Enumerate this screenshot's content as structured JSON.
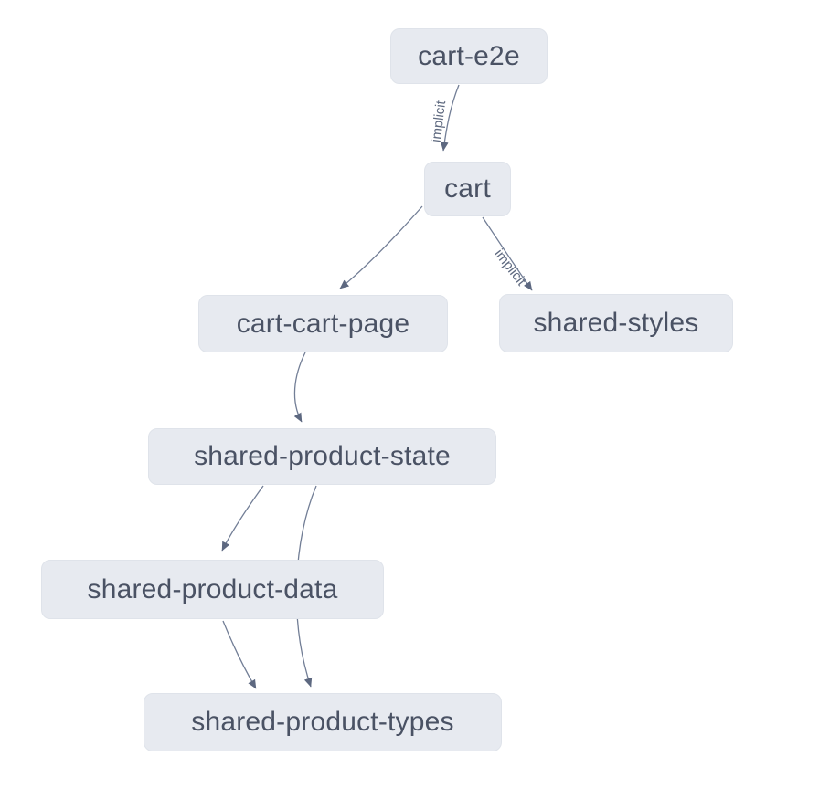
{
  "diagram": {
    "nodes": [
      {
        "id": "cart-e2e",
        "label": "cart-e2e"
      },
      {
        "id": "cart",
        "label": "cart"
      },
      {
        "id": "cart-cart-page",
        "label": "cart-cart-page"
      },
      {
        "id": "shared-styles",
        "label": "shared-styles"
      },
      {
        "id": "shared-product-state",
        "label": "shared-product-state"
      },
      {
        "id": "shared-product-data",
        "label": "shared-product-data"
      },
      {
        "id": "shared-product-types",
        "label": "shared-product-types"
      }
    ],
    "edges": [
      {
        "from": "cart-e2e",
        "to": "cart",
        "label": "implicit"
      },
      {
        "from": "cart",
        "to": "cart-cart-page"
      },
      {
        "from": "cart",
        "to": "shared-styles",
        "label": "implicit"
      },
      {
        "from": "cart-cart-page",
        "to": "shared-product-state"
      },
      {
        "from": "shared-product-state",
        "to": "shared-product-data"
      },
      {
        "from": "shared-product-state",
        "to": "shared-product-types"
      },
      {
        "from": "shared-product-data",
        "to": "shared-product-types"
      }
    ],
    "colors": {
      "background": "#ffffff",
      "node_fill": "#e7eaf0",
      "node_border": "#dfe3ea",
      "node_text": "#4a5264",
      "edge_stroke": "#727e96",
      "arrow_fill": "#5d6880",
      "edge_label": "#5f6a80"
    }
  }
}
